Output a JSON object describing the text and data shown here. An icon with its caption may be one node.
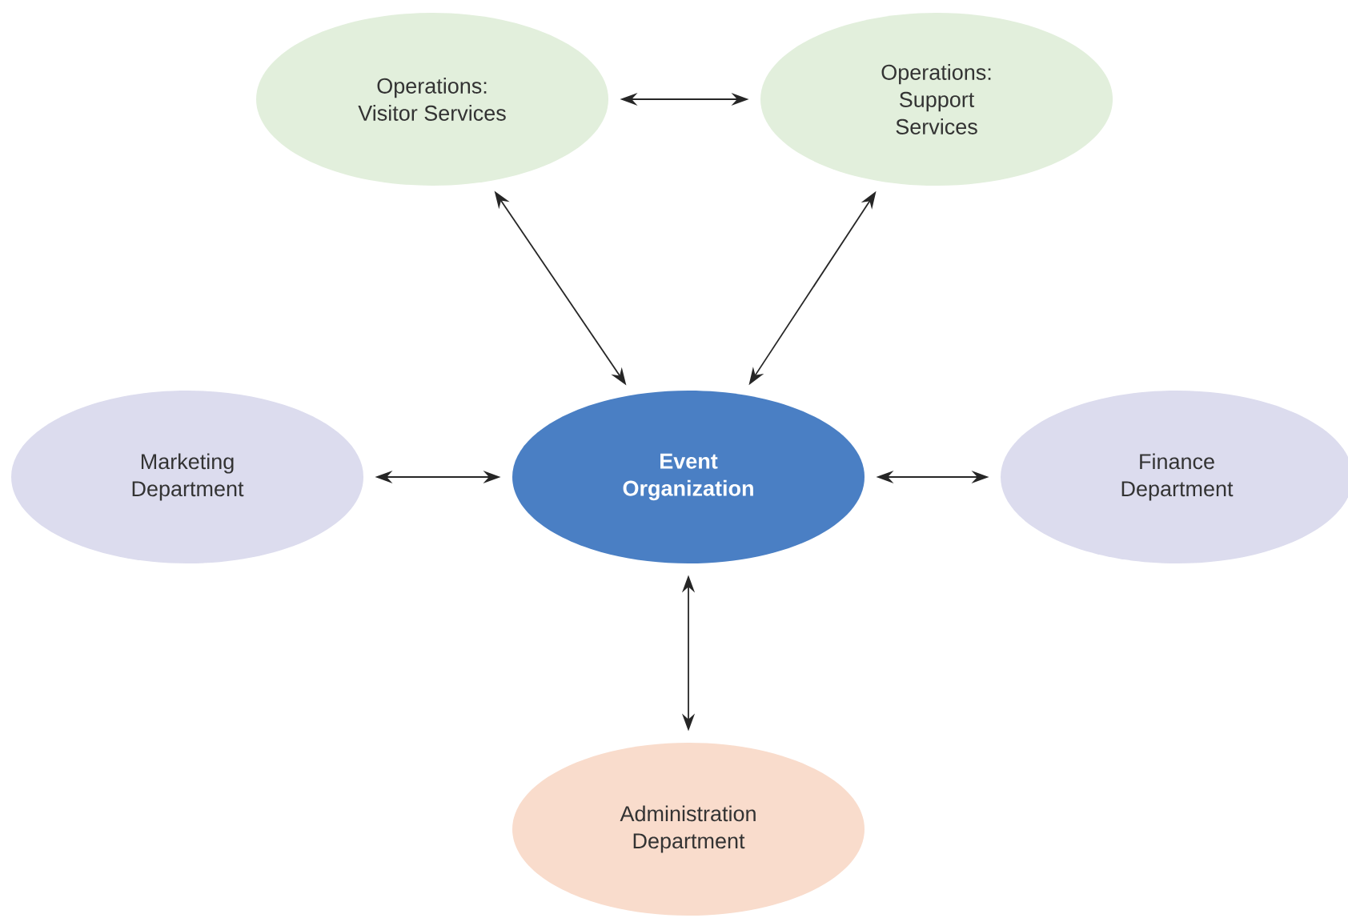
{
  "diagram": {
    "nodes": [
      {
        "text": [
          "Operations: Visitor Services"
        ]
      },
      {
        "text": [
          "Operations: Support Services"
        ]
      },
      {
        "text": [
          "Marketing Department"
        ]
      },
      {
        "text": [
          "Event Organization"
        ]
      },
      {
        "text": [
          "Finance Department"
        ]
      },
      {
        "text": [
          "Administration Department"
        ]
      }
    ],
    "edges": [
      {
        "from": 0,
        "to": 1,
        "arrow": "both"
      },
      {
        "from": 0,
        "to": 3,
        "arrow": "both"
      },
      {
        "from": 1,
        "to": 3,
        "arrow": "both"
      },
      {
        "from": 2,
        "to": 3,
        "arrow": "both"
      },
      {
        "from": 3,
        "to": 4,
        "arrow": "both"
      },
      {
        "from": 3,
        "to": 5,
        "arrow": "both"
      }
    ]
  }
}
